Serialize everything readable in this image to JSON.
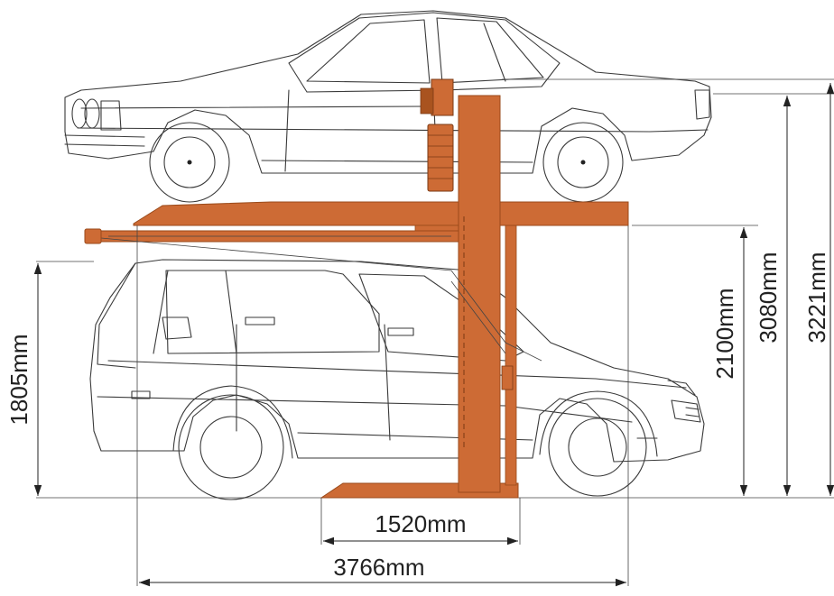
{
  "dimensions": {
    "total_width": "3766mm",
    "post_base_width": "1520mm",
    "lower_clearance": "1805mm",
    "platform_height": "2100mm",
    "upper_car_height": "3080mm",
    "max_height": "3221mm"
  },
  "colors": {
    "lift": "#CD6B35",
    "lift_dark": "#A9531F",
    "outline": "#3a3a3a"
  },
  "icons": {
    "dimension_arrow": "arrowhead-icon"
  }
}
